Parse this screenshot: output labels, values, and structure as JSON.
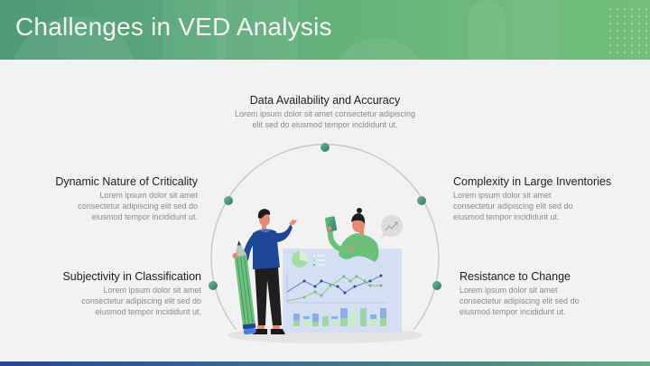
{
  "header": {
    "title": "Challenges in VED Analysis"
  },
  "challenges": [
    {
      "id": "data-availability",
      "title": "Data Availability and Accuracy",
      "lines": [
        "Lorem ipsum dolor sit amet consectetur adipiscing",
        "elit sed do eiusmod tempor incididunt ut."
      ]
    },
    {
      "id": "dynamic-nature",
      "title": "Dynamic Nature of Criticality",
      "lines": [
        "Lorem ipsum dolor sit amet",
        "consectetur adipiscing elit sed do",
        "eiusmod tempor incididunt ut."
      ]
    },
    {
      "id": "subjectivity",
      "title": "Subjectivity in Classification",
      "lines": [
        "Lorem ipsum dolor sit amet",
        "consectetur adipiscing elit sed do",
        "eiusmod tempor incididunt ut."
      ]
    },
    {
      "id": "complexity",
      "title": "Complexity in Large Inventories",
      "lines": [
        "Lorem ipsum dolor sit amet",
        "consectetur adipiscing elit sed do",
        "eiusmod tempor incididunt ut."
      ]
    },
    {
      "id": "resistance",
      "title": "Resistance to Change",
      "lines": [
        "Lorem ipsum dolor sit amet",
        "consectetur adipiscing elit sed do",
        "eiusmod tempor incididunt ut."
      ]
    }
  ],
  "colors": {
    "header_start": "#4f9a78",
    "header_end": "#72be7a",
    "accent_green": "#6cc07a",
    "accent_blue": "#27468e",
    "board": "#d4dff3"
  },
  "illustration": {
    "icon": "data-analysis-people-illustration"
  }
}
